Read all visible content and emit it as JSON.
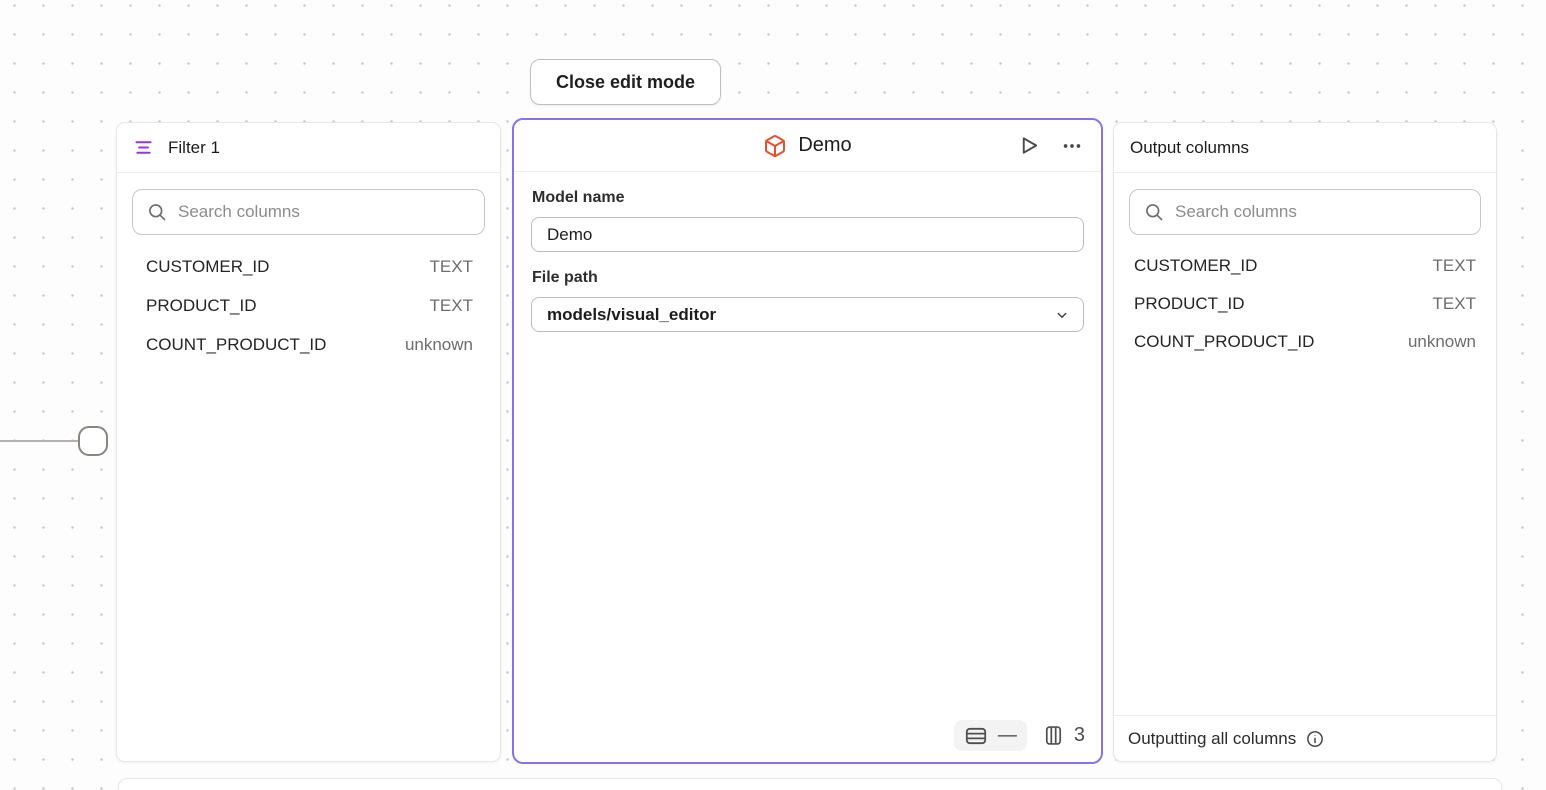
{
  "toolbar": {
    "close_edit_mode_label": "Close edit mode"
  },
  "filter_panel": {
    "title": "Filter 1",
    "search_placeholder": "Search columns",
    "columns": [
      {
        "name": "CUSTOMER_ID",
        "type": "TEXT"
      },
      {
        "name": "PRODUCT_ID",
        "type": "TEXT"
      },
      {
        "name": "COUNT_PRODUCT_ID",
        "type": "unknown"
      }
    ]
  },
  "model_panel": {
    "title": "Demo",
    "model_name_label": "Model name",
    "model_name_value": "Demo",
    "file_path_label": "File path",
    "file_path_value": "models/visual_editor",
    "preview": {
      "row_limit": "—",
      "column_count": "3"
    }
  },
  "output_panel": {
    "title": "Output columns",
    "search_placeholder": "Search columns",
    "columns": [
      {
        "name": "CUSTOMER_ID",
        "type": "TEXT"
      },
      {
        "name": "PRODUCT_ID",
        "type": "TEXT"
      },
      {
        "name": "COUNT_PRODUCT_ID",
        "type": "unknown"
      }
    ],
    "footer_text": "Outputting all columns"
  },
  "icons": {
    "filter_panel_icon": "filter-lines",
    "model_icon": "cube",
    "search_icon": "magnifier",
    "run_icon": "play-outline",
    "menu_icon": "ellipsis",
    "file_path_icon": "chevron-down",
    "row_limit_icon": "table-rows",
    "column_count_icon": "table-columns",
    "output_footer_icon": "info-circle"
  },
  "colors": {
    "selected_node_border": "#8672ec",
    "filter_icon": "#9333ea",
    "model_icon": "#e8502c",
    "canvas_dot": "#c9c9cd"
  }
}
